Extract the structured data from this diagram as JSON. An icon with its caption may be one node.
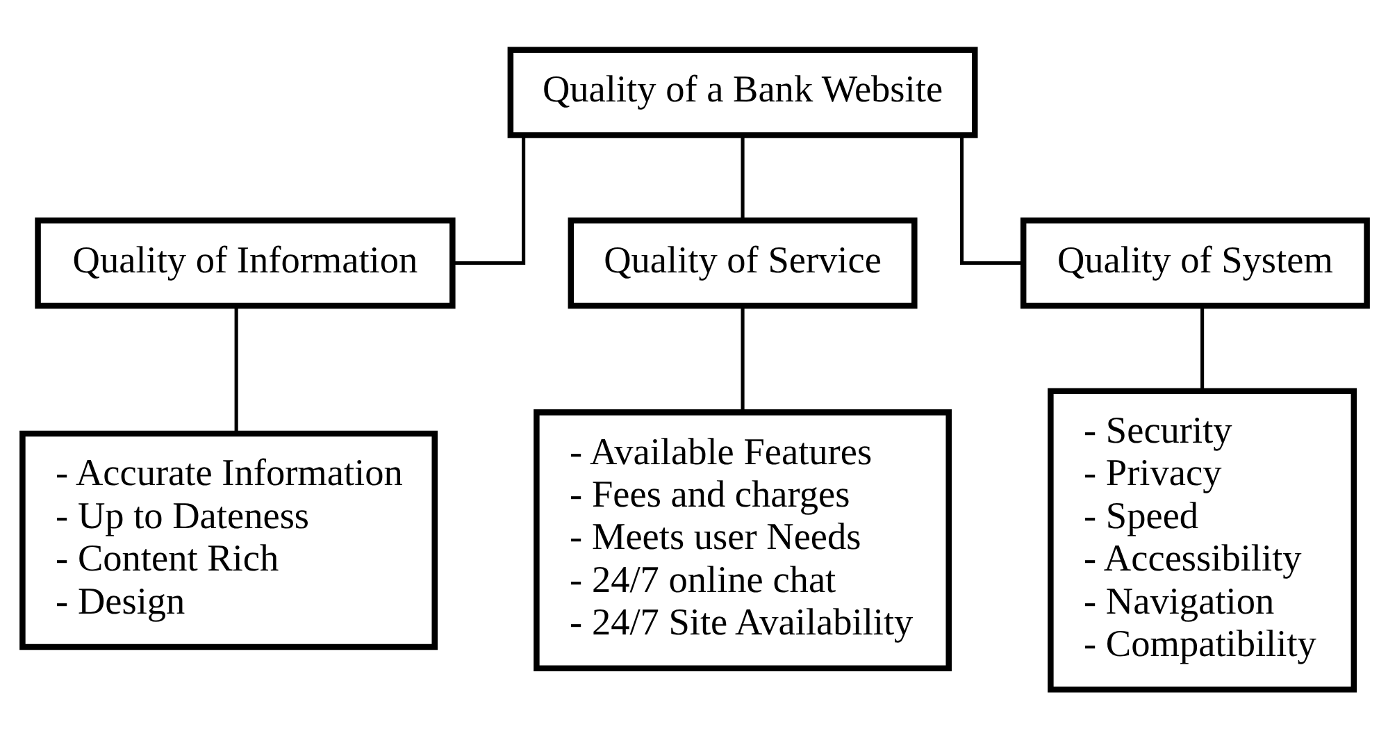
{
  "diagram": {
    "nodes": [
      {
        "text": [
          "Quality of a Bank Website"
        ]
      },
      {
        "text": [
          "Quality of Information"
        ]
      },
      {
        "text": [
          "Quality of Service"
        ]
      },
      {
        "text": [
          "Quality of System"
        ]
      },
      {
        "text": [
          "- Accurate Information",
          "- Up to Dateness",
          "- Content Rich",
          "- Design"
        ]
      },
      {
        "text": [
          "- Available Features",
          "- Fees and charges",
          "- Meets user Needs",
          "- 24/7 online chat",
          "- 24/7 Site Availability"
        ]
      },
      {
        "text": [
          "- Security",
          "- Privacy",
          "- Speed",
          "- Accessibility",
          "- Navigation",
          "- Compatibility"
        ]
      }
    ],
    "edges": [
      {
        "from": 0,
        "to": 1,
        "arrow": "none"
      },
      {
        "from": 0,
        "to": 2,
        "arrow": "none"
      },
      {
        "from": 0,
        "to": 3,
        "arrow": "none"
      },
      {
        "from": 1,
        "to": 4,
        "arrow": "none"
      },
      {
        "from": 2,
        "to": 5,
        "arrow": "none"
      },
      {
        "from": 3,
        "to": 6,
        "arrow": "none"
      }
    ]
  }
}
